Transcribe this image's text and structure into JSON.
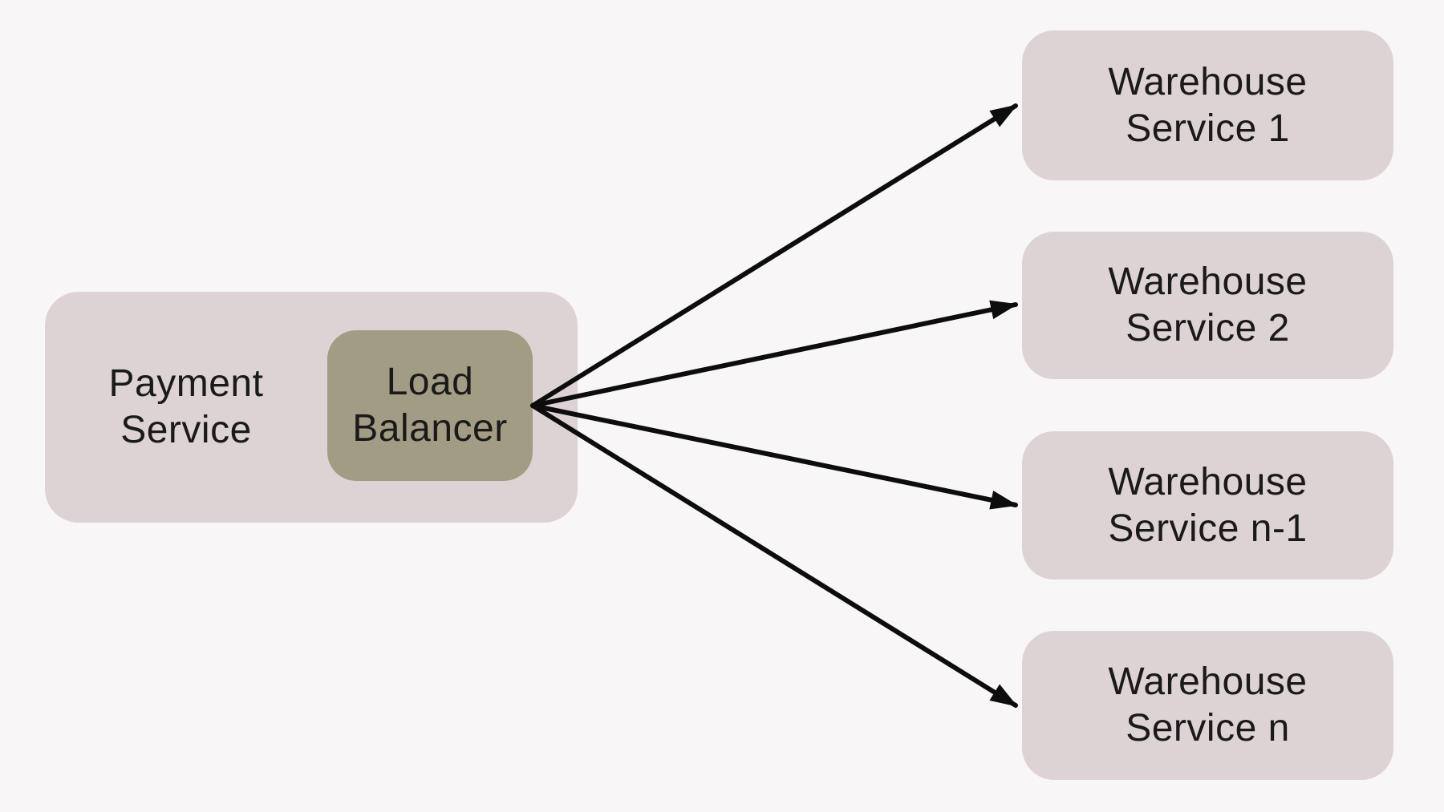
{
  "canvas": {
    "background": "#f8f6f7"
  },
  "nodes": {
    "payment_service": {
      "label": "Payment\nService",
      "fill": "#ded3d4",
      "text_color": "#1a1a1a"
    },
    "load_balancer": {
      "label": "Load\nBalancer",
      "fill": "#a39c85",
      "text_color": "#1a1a1a"
    },
    "warehouse_services": {
      "fill": "#ded3d4",
      "text_color": "#1a1a1a",
      "items": [
        {
          "label": "Warehouse\nService 1"
        },
        {
          "label": "Warehouse\nService 2"
        },
        {
          "label": "Warehouse\nService n-1"
        },
        {
          "label": "Warehouse\nService n"
        }
      ]
    }
  },
  "edges": {
    "color": "#0d0d0d"
  }
}
